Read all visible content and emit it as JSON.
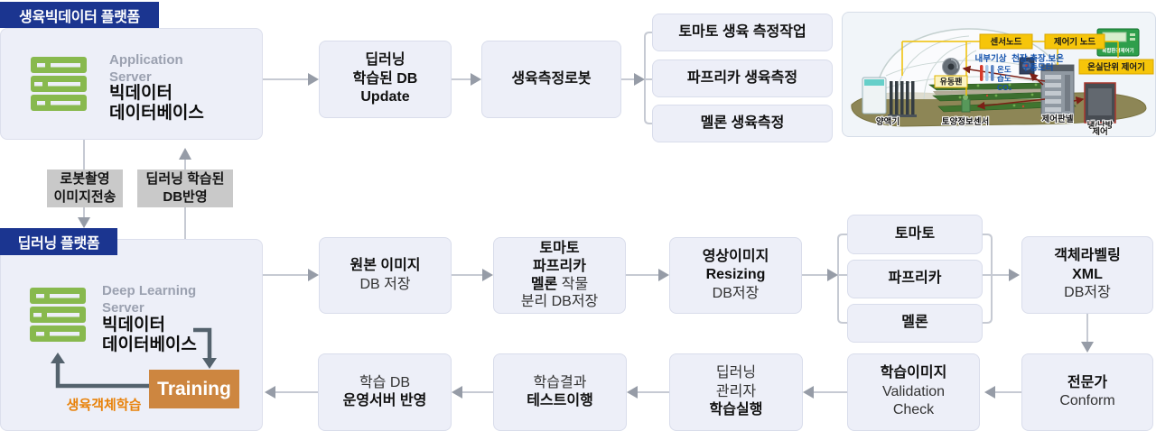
{
  "bigdata_platform": {
    "header": "생육빅데이터 플랫폼",
    "server_label": "Application Server",
    "db_label": "빅데이터\n데이터베이스"
  },
  "deep_platform": {
    "header": "딥러닝 플랫폼",
    "server_label": "Deep Learning Server",
    "db_label": "빅데이터\n데이터베이스",
    "training_label": "Training",
    "loop_label": "생육객체학습"
  },
  "transfer_chips": {
    "robot_upload": "로봇촬영\n이미지전송",
    "db_apply": "딥러닝 학습된\nDB반영"
  },
  "row1": {
    "db_update": {
      "l1": "딥러닝",
      "l2": "학습된 DB",
      "l3": "Update"
    },
    "robot": "생육측정로봇",
    "tasks": {
      "tomato": "토마토 생육 측정작업",
      "paprika": "파프리카 생육측정",
      "melon": "멜론 생육측정"
    }
  },
  "row2": {
    "original": {
      "l1": "원본 이미지",
      "l2": "DB 저장"
    },
    "separate": {
      "l1": "토마토",
      "l2": "파프리카",
      "l3b": "멜론",
      "l3r": " 작물",
      "l4": "분리 DB저장"
    },
    "resizing": {
      "l1": "영상이미지",
      "l2": "Resizing",
      "l3": "DB저장"
    },
    "crops": {
      "tomato": "토마토",
      "paprika": "파프리카",
      "melon": "멜론"
    },
    "labeling": {
      "l1": "객체라벨링",
      "l2": "XML",
      "l3": "DB저장"
    }
  },
  "row3": {
    "expert": {
      "l1": "전문가",
      "l2": "Conform"
    },
    "validation": {
      "l1": "학습이미지",
      "l2": "Validation",
      "l3": "Check"
    },
    "manager": {
      "l1": "딥러닝",
      "l2": "관리자",
      "l3": "학습실행"
    },
    "test": {
      "l1": "학습결과",
      "l2": "테스트이행"
    },
    "deploy": {
      "l1": "학습 DB",
      "l2": "운영서버 반영"
    }
  },
  "greenhouse": {
    "chips": {
      "sensor_node": "센서노드",
      "controller_node": "제어기 노드",
      "unit_controller": "온실단위 제어기",
      "fan": "유동팬"
    },
    "blue_labels": {
      "weather": "내부기상",
      "motor1": "천장.측장.보온",
      "motor2": "구동모터",
      "temp": "온도",
      "hum": "습도",
      "co2": "CO₂"
    },
    "device_labels": {
      "nutrient": "양액기",
      "soil": "토양정보센서",
      "panel": "제어판넬",
      "hvac1": "냉/난방",
      "hvac2": "제어"
    },
    "controller_device": "복합환경제어기"
  },
  "colors": {
    "header_navy": "#1b3590",
    "box_fill": "#edeff8",
    "box_border": "#d9ddeb",
    "chip_gray": "#c9c9c9",
    "training_orange": "#cd8640",
    "loop_orange": "#e8820a",
    "server_green": "#88b94e",
    "connector_gray": "#c6cad3",
    "arrowhead_gray": "#969ca7",
    "dark_arrow": "#54626d",
    "label_yellow": "#f6c50a"
  }
}
